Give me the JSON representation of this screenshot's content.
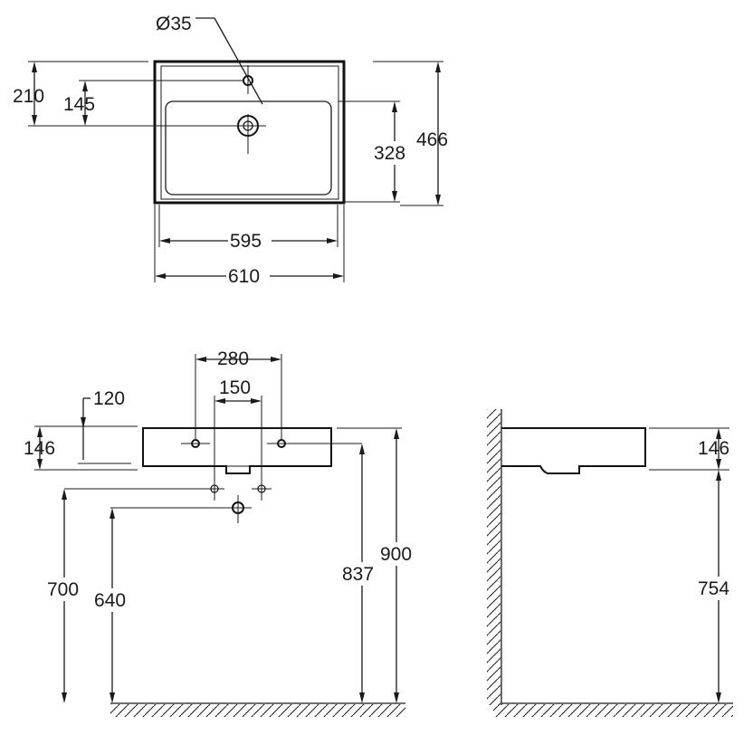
{
  "dimensions": {
    "top_view": {
      "hole_diameter": "Ø35",
      "outer_to_hole_depth": "210",
      "hole_offset": "145",
      "inner_basin_depth": "328",
      "overall_depth": "466",
      "inner_width": "595",
      "overall_width": "610"
    },
    "front_view": {
      "bracket_spacing": "280",
      "waste_spacing": "150",
      "top_to_bracket": "120",
      "basin_height": "146",
      "supply_height": "700",
      "waste_height": "640",
      "underside_height": "837",
      "rim_height": "900"
    },
    "side_view": {
      "basin_height": "146",
      "underside_height": "754"
    }
  }
}
